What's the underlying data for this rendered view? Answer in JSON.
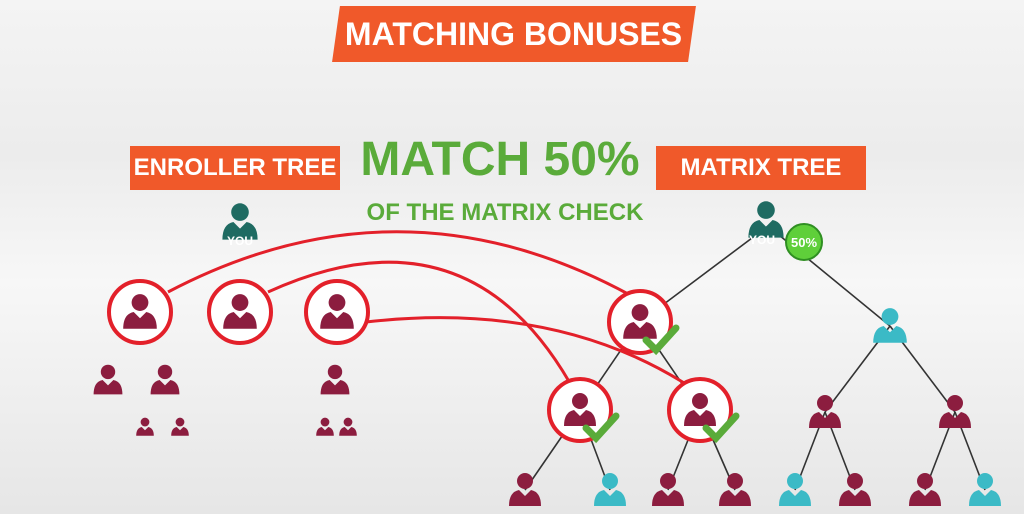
{
  "title": "MATCHING BONUSES",
  "enroller_label": "ENROLLER TREE",
  "matrix_label": "MATRIX TREE",
  "headline": "MATCH 50%",
  "subheadline": "OF THE MATRIX CHECK",
  "you_label": "YOU",
  "badge": "50%",
  "colors": {
    "orange": "#f0592a",
    "green": "#5aab3a",
    "maroon": "#8c1d3f",
    "teal": "#3bbac6",
    "you": "#1f6b62",
    "red": "#e3202a",
    "badge": "#5fcf3a"
  },
  "enroller_tree": {
    "level1": [
      "circled",
      "circled",
      "circled"
    ],
    "level2": [
      "maroon",
      "maroon",
      "maroon"
    ],
    "level3": [
      "maroon",
      "maroon",
      "maroon",
      "maroon"
    ]
  },
  "matrix_tree": {
    "level1": [
      "circled-checked",
      "teal"
    ],
    "level2": [
      "circled-checked",
      "circled-checked",
      "maroon",
      "maroon"
    ],
    "level3": [
      "maroon",
      "teal",
      "maroon",
      "maroon",
      "teal",
      "maroon",
      "maroon",
      "teal"
    ]
  }
}
